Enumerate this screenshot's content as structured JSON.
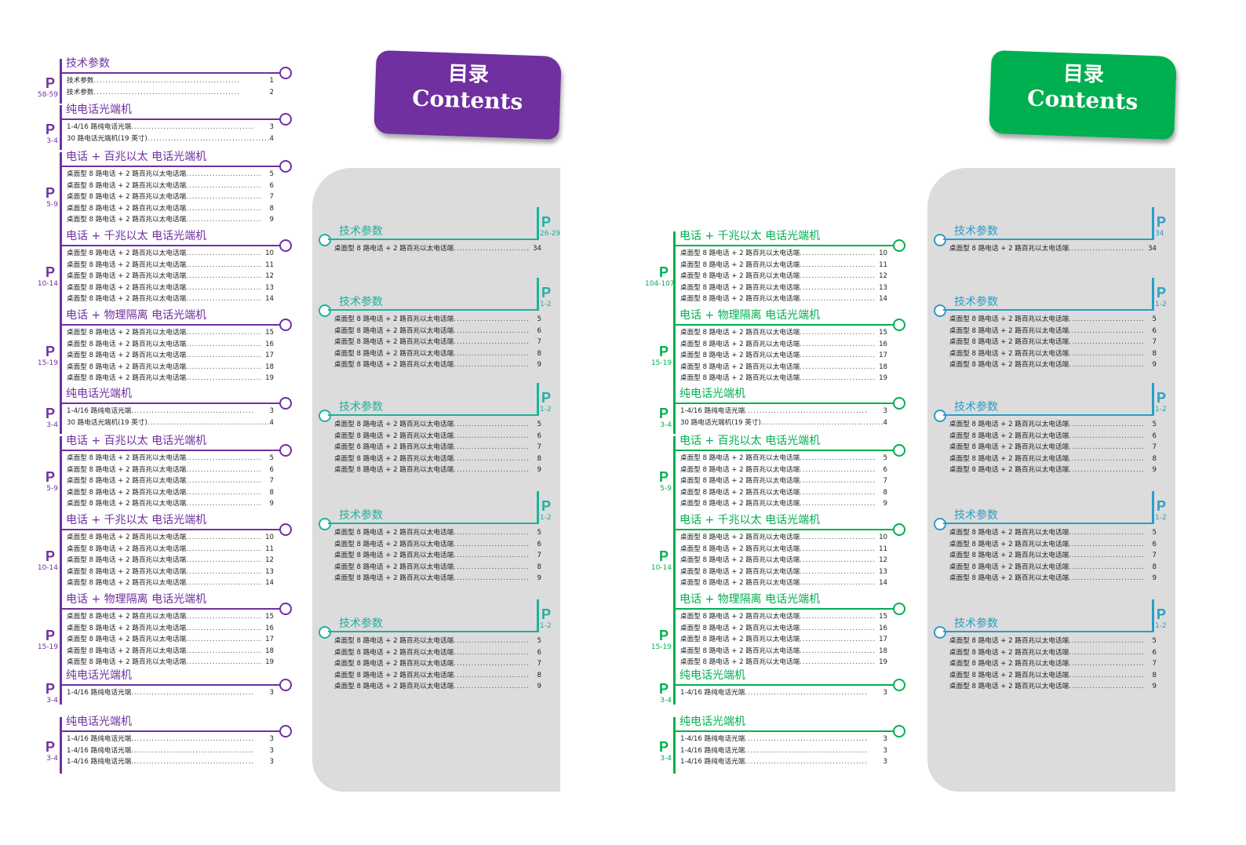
{
  "colors": {
    "purple": "#7030a0",
    "green": "#00b050",
    "teal": "#20b0a0",
    "blue": "#2a9ec7",
    "panel": "#dcdcdc"
  },
  "left_header": {
    "cn": "目录",
    "en": "Contents"
  },
  "right_header": {
    "cn": "目录",
    "en": "Contents"
  },
  "left_toc": [
    {
      "title": "技术参数",
      "range": "58-59",
      "entries": [
        {
          "t": "技术参数",
          "d": "..................................................",
          "n": "1"
        },
        {
          "t": "技术参数",
          "d": "..................................................",
          "n": "2"
        }
      ]
    },
    {
      "title": "纯电话光端机",
      "range": "3-4",
      "entries": [
        {
          "t": "1-4/16 路纯电话光端",
          "d": "..........................................",
          "n": "3"
        },
        {
          "t": "30 路电话光端机(19 英寸)",
          "d": "..........................................",
          "n": "4"
        }
      ]
    },
    {
      "title": "电话 + 百兆以太 电话光端机",
      "range": "5-9",
      "entries": [
        {
          "t": "桌面型 8 路电话 + 2 路百兆以太电话端",
          "d": "..........................",
          "n": "5"
        },
        {
          "t": "桌面型 8 路电话 + 2 路百兆以太电话端",
          "d": "..........................",
          "n": "6"
        },
        {
          "t": "桌面型 8 路电话 + 2 路百兆以太电话端",
          "d": "..........................",
          "n": "7"
        },
        {
          "t": "桌面型 8 路电话 + 2 路百兆以太电话端",
          "d": "..........................",
          "n": "8"
        },
        {
          "t": "桌面型 8 路电话 + 2 路百兆以太电话端",
          "d": "..........................",
          "n": "9"
        }
      ]
    },
    {
      "title": "电话 + 千兆以太 电话光端机",
      "range": "10-14",
      "entries": [
        {
          "t": "桌面型 8 路电话 + 2 路百兆以太电话端",
          "d": "..........................",
          "n": "10"
        },
        {
          "t": "桌面型 8 路电话 + 2 路百兆以太电话端",
          "d": "..........................",
          "n": "11"
        },
        {
          "t": "桌面型 8 路电话 + 2 路百兆以太电话端",
          "d": "..........................",
          "n": "12"
        },
        {
          "t": "桌面型 8 路电话 + 2 路百兆以太电话端",
          "d": "..........................",
          "n": "13"
        },
        {
          "t": "桌面型 8 路电话 + 2 路百兆以太电话端",
          "d": "..........................",
          "n": "14"
        }
      ]
    },
    {
      "title": "电话 + 物理隔离 电话光端机",
      "range": "15-19",
      "entries": [
        {
          "t": "桌面型 8 路电话 + 2 路百兆以太电话端",
          "d": "..........................",
          "n": "15"
        },
        {
          "t": "桌面型 8 路电话 + 2 路百兆以太电话端",
          "d": "..........................",
          "n": "16"
        },
        {
          "t": "桌面型 8 路电话 + 2 路百兆以太电话端",
          "d": "..........................",
          "n": "17"
        },
        {
          "t": "桌面型 8 路电话 + 2 路百兆以太电话端",
          "d": "..........................",
          "n": "18"
        },
        {
          "t": "桌面型 8 路电话 + 2 路百兆以太电话端",
          "d": "..........................",
          "n": "19"
        }
      ]
    },
    {
      "title": "纯电话光端机",
      "range": "3-4",
      "entries": [
        {
          "t": "1-4/16 路纯电话光端",
          "d": "..........................................",
          "n": "3"
        },
        {
          "t": "30 路电话光端机(19 英寸)",
          "d": "..........................................",
          "n": "4"
        }
      ]
    },
    {
      "title": "电话 + 百兆以太 电话光端机",
      "range": "5-9",
      "entries": [
        {
          "t": "桌面型 8 路电话 + 2 路百兆以太电话端",
          "d": "..........................",
          "n": "5"
        },
        {
          "t": "桌面型 8 路电话 + 2 路百兆以太电话端",
          "d": "..........................",
          "n": "6"
        },
        {
          "t": "桌面型 8 路电话 + 2 路百兆以太电话端",
          "d": "..........................",
          "n": "7"
        },
        {
          "t": "桌面型 8 路电话 + 2 路百兆以太电话端",
          "d": "..........................",
          "n": "8"
        },
        {
          "t": "桌面型 8 路电话 + 2 路百兆以太电话端",
          "d": "..........................",
          "n": "9"
        }
      ]
    },
    {
      "title": "电话 + 千兆以太 电话光端机",
      "range": "10-14",
      "entries": [
        {
          "t": "桌面型 8 路电话 + 2 路百兆以太电话端",
          "d": "..........................",
          "n": "10"
        },
        {
          "t": "桌面型 8 路电话 + 2 路百兆以太电话端",
          "d": "..........................",
          "n": "11"
        },
        {
          "t": "桌面型 8 路电话 + 2 路百兆以太电话端",
          "d": "..........................",
          "n": "12"
        },
        {
          "t": "桌面型 8 路电话 + 2 路百兆以太电话端",
          "d": "..........................",
          "n": "13"
        },
        {
          "t": "桌面型 8 路电话 + 2 路百兆以太电话端",
          "d": "..........................",
          "n": "14"
        }
      ]
    },
    {
      "title": "电话 + 物理隔离 电话光端机",
      "range": "15-19",
      "entries": [
        {
          "t": "桌面型 8 路电话 + 2 路百兆以太电话端",
          "d": "..........................",
          "n": "15"
        },
        {
          "t": "桌面型 8 路电话 + 2 路百兆以太电话端",
          "d": "..........................",
          "n": "16"
        },
        {
          "t": "桌面型 8 路电话 + 2 路百兆以太电话端",
          "d": "..........................",
          "n": "17"
        },
        {
          "t": "桌面型 8 路电话 + 2 路百兆以太电话端",
          "d": "..........................",
          "n": "18"
        },
        {
          "t": "桌面型 8 路电话 + 2 路百兆以太电话端",
          "d": "..........................",
          "n": "19"
        }
      ]
    },
    {
      "title": "纯电话光端机",
      "range": "3-4",
      "entries": [
        {
          "t": "1-4/16 路纯电话光端",
          "d": "..........................................",
          "n": "3"
        }
      ]
    },
    {
      "title": "纯电话光端机",
      "range": "3-4",
      "entries": [
        {
          "t": "1-4/16 路纯电话光端",
          "d": "..........................................",
          "n": "3"
        },
        {
          "t": "1-4/16 路纯电话光端",
          "d": "..........................................",
          "n": "3"
        },
        {
          "t": "1-4/16 路纯电话光端",
          "d": "..........................................",
          "n": "3"
        }
      ]
    }
  ],
  "mid_panel": [
    {
      "title": "技术参数",
      "range": "26-29",
      "entries": [
        {
          "t": "桌面型 8 路电话 + 2 路百兆以太电话端",
          "d": "..........................",
          "n": "34"
        }
      ]
    },
    {
      "title": "技术参数",
      "range": "1-2",
      "entries": [
        {
          "t": "桌面型 8 路电话 + 2 路百兆以太电话端",
          "d": "..........................",
          "n": "5"
        },
        {
          "t": "桌面型 8 路电话 + 2 路百兆以太电话端",
          "d": "..........................",
          "n": "6"
        },
        {
          "t": "桌面型 8 路电话 + 2 路百兆以太电话端",
          "d": "..........................",
          "n": "7"
        },
        {
          "t": "桌面型 8 路电话 + 2 路百兆以太电话端",
          "d": "..........................",
          "n": "8"
        },
        {
          "t": "桌面型 8 路电话 + 2 路百兆以太电话端",
          "d": "..........................",
          "n": "9"
        }
      ]
    },
    {
      "title": "技术参数",
      "range": "1-2",
      "entries": [
        {
          "t": "桌面型 8 路电话 + 2 路百兆以太电话端",
          "d": "..........................",
          "n": "5"
        },
        {
          "t": "桌面型 8 路电话 + 2 路百兆以太电话端",
          "d": "..........................",
          "n": "6"
        },
        {
          "t": "桌面型 8 路电话 + 2 路百兆以太电话端",
          "d": "..........................",
          "n": "7"
        },
        {
          "t": "桌面型 8 路电话 + 2 路百兆以太电话端",
          "d": "..........................",
          "n": "8"
        },
        {
          "t": "桌面型 8 路电话 + 2 路百兆以太电话端",
          "d": "..........................",
          "n": "9"
        }
      ]
    },
    {
      "title": "技术参数",
      "range": "1-2",
      "entries": [
        {
          "t": "桌面型 8 路电话 + 2 路百兆以太电话端",
          "d": "..........................",
          "n": "5"
        },
        {
          "t": "桌面型 8 路电话 + 2 路百兆以太电话端",
          "d": "..........................",
          "n": "6"
        },
        {
          "t": "桌面型 8 路电话 + 2 路百兆以太电话端",
          "d": "..........................",
          "n": "7"
        },
        {
          "t": "桌面型 8 路电话 + 2 路百兆以太电话端",
          "d": "..........................",
          "n": "8"
        },
        {
          "t": "桌面型 8 路电话 + 2 路百兆以太电话端",
          "d": "..........................",
          "n": "9"
        }
      ]
    },
    {
      "title": "技术参数",
      "range": "1-2",
      "entries": [
        {
          "t": "桌面型 8 路电话 + 2 路百兆以太电话端",
          "d": "..........................",
          "n": "5"
        },
        {
          "t": "桌面型 8 路电话 + 2 路百兆以太电话端",
          "d": "..........................",
          "n": "6"
        },
        {
          "t": "桌面型 8 路电话 + 2 路百兆以太电话端",
          "d": "..........................",
          "n": "7"
        },
        {
          "t": "桌面型 8 路电话 + 2 路百兆以太电话端",
          "d": "..........................",
          "n": "8"
        },
        {
          "t": "桌面型 8 路电话 + 2 路百兆以太电话端",
          "d": "..........................",
          "n": "9"
        }
      ]
    }
  ],
  "right_toc": [
    {
      "title": "电话 + 千兆以太 电话光端机",
      "range": "104-107",
      "entries": [
        {
          "t": "桌面型 8 路电话 + 2 路百兆以太电话端",
          "d": "..........................",
          "n": "10"
        },
        {
          "t": "桌面型 8 路电话 + 2 路百兆以太电话端",
          "d": "..........................",
          "n": "11"
        },
        {
          "t": "桌面型 8 路电话 + 2 路百兆以太电话端",
          "d": "..........................",
          "n": "12"
        },
        {
          "t": "桌面型 8 路电话 + 2 路百兆以太电话端",
          "d": "..........................",
          "n": "13"
        },
        {
          "t": "桌面型 8 路电话 + 2 路百兆以太电话端",
          "d": "..........................",
          "n": "14"
        }
      ]
    },
    {
      "title": "电话 + 物理隔离 电话光端机",
      "range": "15-19",
      "entries": [
        {
          "t": "桌面型 8 路电话 + 2 路百兆以太电话端",
          "d": "..........................",
          "n": "15"
        },
        {
          "t": "桌面型 8 路电话 + 2 路百兆以太电话端",
          "d": "..........................",
          "n": "16"
        },
        {
          "t": "桌面型 8 路电话 + 2 路百兆以太电话端",
          "d": "..........................",
          "n": "17"
        },
        {
          "t": "桌面型 8 路电话 + 2 路百兆以太电话端",
          "d": "..........................",
          "n": "18"
        },
        {
          "t": "桌面型 8 路电话 + 2 路百兆以太电话端",
          "d": "..........................",
          "n": "19"
        }
      ]
    },
    {
      "title": "纯电话光端机",
      "range": "3-4",
      "entries": [
        {
          "t": "1-4/16 路纯电话光端",
          "d": "..........................................",
          "n": "3"
        },
        {
          "t": "30 路电话光端机(19 英寸)",
          "d": "..........................................",
          "n": "4"
        }
      ]
    },
    {
      "title": "电话 + 百兆以太 电话光端机",
      "range": "5-9",
      "entries": [
        {
          "t": "桌面型 8 路电话 + 2 路百兆以太电话端",
          "d": "..........................",
          "n": "5"
        },
        {
          "t": "桌面型 8 路电话 + 2 路百兆以太电话端",
          "d": "..........................",
          "n": "6"
        },
        {
          "t": "桌面型 8 路电话 + 2 路百兆以太电话端",
          "d": "..........................",
          "n": "7"
        },
        {
          "t": "桌面型 8 路电话 + 2 路百兆以太电话端",
          "d": "..........................",
          "n": "8"
        },
        {
          "t": "桌面型 8 路电话 + 2 路百兆以太电话端",
          "d": "..........................",
          "n": "9"
        }
      ]
    },
    {
      "title": "电话 + 千兆以太 电话光端机",
      "range": "10-14",
      "entries": [
        {
          "t": "桌面型 8 路电话 + 2 路百兆以太电话端",
          "d": "..........................",
          "n": "10"
        },
        {
          "t": "桌面型 8 路电话 + 2 路百兆以太电话端",
          "d": "..........................",
          "n": "11"
        },
        {
          "t": "桌面型 8 路电话 + 2 路百兆以太电话端",
          "d": "..........................",
          "n": "12"
        },
        {
          "t": "桌面型 8 路电话 + 2 路百兆以太电话端",
          "d": "..........................",
          "n": "13"
        },
        {
          "t": "桌面型 8 路电话 + 2 路百兆以太电话端",
          "d": "..........................",
          "n": "14"
        }
      ]
    },
    {
      "title": "电话 + 物理隔离 电话光端机",
      "range": "15-19",
      "entries": [
        {
          "t": "桌面型 8 路电话 + 2 路百兆以太电话端",
          "d": "..........................",
          "n": "15"
        },
        {
          "t": "桌面型 8 路电话 + 2 路百兆以太电话端",
          "d": "..........................",
          "n": "16"
        },
        {
          "t": "桌面型 8 路电话 + 2 路百兆以太电话端",
          "d": "..........................",
          "n": "17"
        },
        {
          "t": "桌面型 8 路电话 + 2 路百兆以太电话端",
          "d": "..........................",
          "n": "18"
        },
        {
          "t": "桌面型 8 路电话 + 2 路百兆以太电话端",
          "d": "..........................",
          "n": "19"
        }
      ]
    },
    {
      "title": "纯电话光端机",
      "range": "3-4",
      "entries": [
        {
          "t": "1-4/16 路纯电话光端",
          "d": "..........................................",
          "n": "3"
        }
      ]
    },
    {
      "title": "纯电话光端机",
      "range": "3-4",
      "entries": [
        {
          "t": "1-4/16 路纯电话光端",
          "d": "..........................................",
          "n": "3"
        },
        {
          "t": "1-4/16 路纯电话光端",
          "d": "..........................................",
          "n": "3"
        },
        {
          "t": "1-4/16 路纯电话光端",
          "d": "..........................................",
          "n": "3"
        }
      ]
    }
  ],
  "far_panel": [
    {
      "title": "技术参数",
      "range": "34",
      "entries": [
        {
          "t": "桌面型 8 路电话 + 2 路百兆以太电话端",
          "d": "..........................",
          "n": "34"
        }
      ]
    },
    {
      "title": "技术参数",
      "range": "1-2",
      "entries": [
        {
          "t": "桌面型 8 路电话 + 2 路百兆以太电话端",
          "d": "..........................",
          "n": "5"
        },
        {
          "t": "桌面型 8 路电话 + 2 路百兆以太电话端",
          "d": "..........................",
          "n": "6"
        },
        {
          "t": "桌面型 8 路电话 + 2 路百兆以太电话端",
          "d": "..........................",
          "n": "7"
        },
        {
          "t": "桌面型 8 路电话 + 2 路百兆以太电话端",
          "d": "..........................",
          "n": "8"
        },
        {
          "t": "桌面型 8 路电话 + 2 路百兆以太电话端",
          "d": "..........................",
          "n": "9"
        }
      ]
    },
    {
      "title": "技术参数",
      "range": "1-2",
      "entries": [
        {
          "t": "桌面型 8 路电话 + 2 路百兆以太电话端",
          "d": "..........................",
          "n": "5"
        },
        {
          "t": "桌面型 8 路电话 + 2 路百兆以太电话端",
          "d": "..........................",
          "n": "6"
        },
        {
          "t": "桌面型 8 路电话 + 2 路百兆以太电话端",
          "d": "..........................",
          "n": "7"
        },
        {
          "t": "桌面型 8 路电话 + 2 路百兆以太电话端",
          "d": "..........................",
          "n": "8"
        },
        {
          "t": "桌面型 8 路电话 + 2 路百兆以太电话端",
          "d": "..........................",
          "n": "9"
        }
      ]
    },
    {
      "title": "技术参数",
      "range": "1-2",
      "entries": [
        {
          "t": "桌面型 8 路电话 + 2 路百兆以太电话端",
          "d": "..........................",
          "n": "5"
        },
        {
          "t": "桌面型 8 路电话 + 2 路百兆以太电话端",
          "d": "..........................",
          "n": "6"
        },
        {
          "t": "桌面型 8 路电话 + 2 路百兆以太电话端",
          "d": "..........................",
          "n": "7"
        },
        {
          "t": "桌面型 8 路电话 + 2 路百兆以太电话端",
          "d": "..........................",
          "n": "8"
        },
        {
          "t": "桌面型 8 路电话 + 2 路百兆以太电话端",
          "d": "..........................",
          "n": "9"
        }
      ]
    },
    {
      "title": "技术参数",
      "range": "1-2",
      "entries": [
        {
          "t": "桌面型 8 路电话 + 2 路百兆以太电话端",
          "d": "..........................",
          "n": "5"
        },
        {
          "t": "桌面型 8 路电话 + 2 路百兆以太电话端",
          "d": "..........................",
          "n": "6"
        },
        {
          "t": "桌面型 8 路电话 + 2 路百兆以太电话端",
          "d": "..........................",
          "n": "7"
        },
        {
          "t": "桌面型 8 路电话 + 2 路百兆以太电话端",
          "d": "..........................",
          "n": "8"
        },
        {
          "t": "桌面型 8 路电话 + 2 路百兆以太电话端",
          "d": "..........................",
          "n": "9"
        }
      ]
    }
  ]
}
